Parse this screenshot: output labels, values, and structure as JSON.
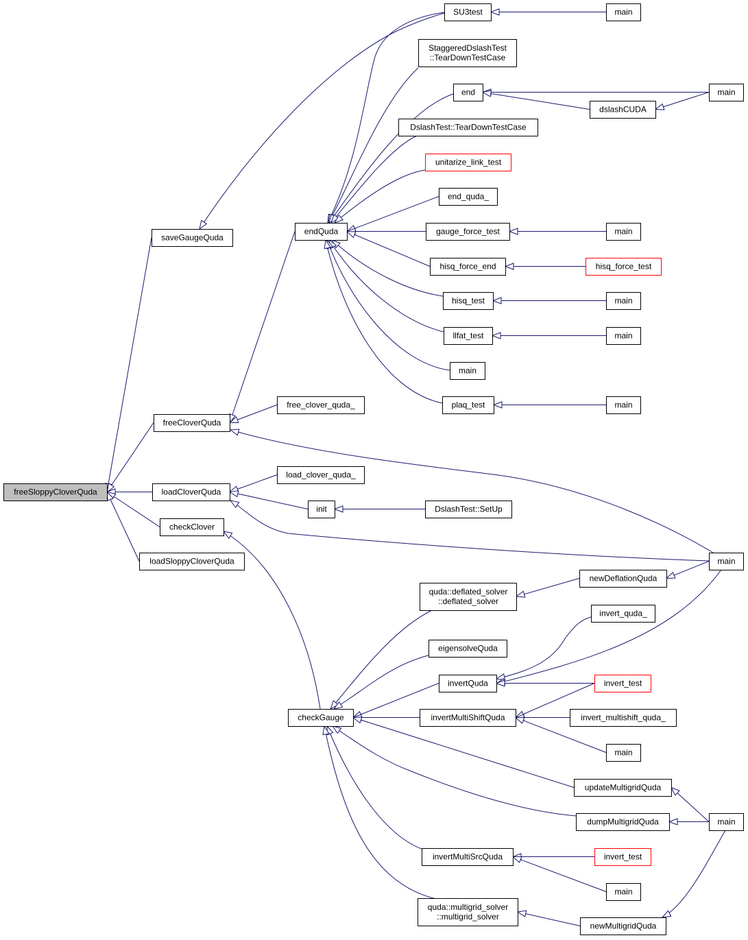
{
  "graph": {
    "root": "freeSloppyCloverQuda",
    "nodes": {
      "n0": {
        "lines": [
          "freeSloppyCloverQuda"
        ],
        "style": "root"
      },
      "n1": {
        "lines": [
          "saveGaugeQuda"
        ]
      },
      "n2": {
        "lines": [
          "freeCloverQuda"
        ]
      },
      "n3": {
        "lines": [
          "loadCloverQuda"
        ]
      },
      "n4": {
        "lines": [
          "checkClover"
        ]
      },
      "n5": {
        "lines": [
          "loadSloppyCloverQuda"
        ]
      },
      "n6": {
        "lines": [
          "SU3test"
        ]
      },
      "n7": {
        "lines": [
          "main"
        ]
      },
      "n8": {
        "lines": [
          "endQuda"
        ]
      },
      "n9": {
        "lines": [
          "StaggeredDslashTest",
          "::TearDownTestCase"
        ]
      },
      "n10": {
        "lines": [
          "end"
        ]
      },
      "n11": {
        "lines": [
          "dslashCUDA"
        ]
      },
      "n12": {
        "lines": [
          "main"
        ]
      },
      "n13": {
        "lines": [
          "DslashTest::TearDownTestCase"
        ]
      },
      "n14": {
        "lines": [
          "unitarize_link_test"
        ],
        "style": "red"
      },
      "n15": {
        "lines": [
          "end_quda_"
        ]
      },
      "n16": {
        "lines": [
          "gauge_force_test"
        ]
      },
      "n17": {
        "lines": [
          "main"
        ]
      },
      "n18": {
        "lines": [
          "hisq_force_end"
        ]
      },
      "n19": {
        "lines": [
          "hisq_force_test"
        ],
        "style": "red"
      },
      "n20": {
        "lines": [
          "hisq_test"
        ]
      },
      "n21": {
        "lines": [
          "main"
        ]
      },
      "n22": {
        "lines": [
          "llfat_test"
        ]
      },
      "n23": {
        "lines": [
          "main"
        ]
      },
      "n24": {
        "lines": [
          "main"
        ]
      },
      "n25": {
        "lines": [
          "plaq_test"
        ]
      },
      "n26": {
        "lines": [
          "main"
        ]
      },
      "n27": {
        "lines": [
          "free_clover_quda_"
        ]
      },
      "n28": {
        "lines": [
          "load_clover_quda_"
        ]
      },
      "n29": {
        "lines": [
          "init"
        ]
      },
      "n30": {
        "lines": [
          "DslashTest::SetUp"
        ]
      },
      "n31": {
        "lines": [
          "main"
        ]
      },
      "n32": {
        "lines": [
          "checkGauge"
        ]
      },
      "n33": {
        "lines": [
          "quda::deflated_solver",
          "::deflated_solver"
        ]
      },
      "n34": {
        "lines": [
          "newDeflationQuda"
        ]
      },
      "n35": {
        "lines": [
          "eigensolveQuda"
        ]
      },
      "n36": {
        "lines": [
          "invertQuda"
        ]
      },
      "n37": {
        "lines": [
          "invert_quda_"
        ]
      },
      "n38": {
        "lines": [
          "invert_test"
        ],
        "style": "red"
      },
      "n39": {
        "lines": [
          "invertMultiShiftQuda"
        ]
      },
      "n40": {
        "lines": [
          "invert_multishift_quda_"
        ]
      },
      "n41": {
        "lines": [
          "main"
        ]
      },
      "n42": {
        "lines": [
          "updateMultigridQuda"
        ]
      },
      "n43": {
        "lines": [
          "dumpMultigridQuda"
        ]
      },
      "n44": {
        "lines": [
          "main"
        ]
      },
      "n45": {
        "lines": [
          "invertMultiSrcQuda"
        ]
      },
      "n46": {
        "lines": [
          "invert_test"
        ],
        "style": "red"
      },
      "n47": {
        "lines": [
          "main"
        ]
      },
      "n48": {
        "lines": [
          "quda::multigrid_solver",
          "::multigrid_solver"
        ]
      },
      "n49": {
        "lines": [
          "newMultigridQuda"
        ]
      }
    },
    "edges": [
      [
        "n0",
        "n1"
      ],
      [
        "n0",
        "n2"
      ],
      [
        "n0",
        "n3"
      ],
      [
        "n0",
        "n4"
      ],
      [
        "n0",
        "n5"
      ],
      [
        "n1",
        "n6"
      ],
      [
        "n6",
        "n7"
      ],
      [
        "n2",
        "n8"
      ],
      [
        "n2",
        "n27"
      ],
      [
        "n2",
        "n31"
      ],
      [
        "n8",
        "n6"
      ],
      [
        "n8",
        "n9"
      ],
      [
        "n8",
        "n10"
      ],
      [
        "n8",
        "n13"
      ],
      [
        "n8",
        "n14"
      ],
      [
        "n8",
        "n15"
      ],
      [
        "n8",
        "n16"
      ],
      [
        "n8",
        "n18"
      ],
      [
        "n8",
        "n20"
      ],
      [
        "n8",
        "n22"
      ],
      [
        "n8",
        "n24"
      ],
      [
        "n8",
        "n25"
      ],
      [
        "n10",
        "n12"
      ],
      [
        "n10",
        "n11"
      ],
      [
        "n11",
        "n12"
      ],
      [
        "n16",
        "n17"
      ],
      [
        "n18",
        "n19"
      ],
      [
        "n20",
        "n21"
      ],
      [
        "n22",
        "n23"
      ],
      [
        "n25",
        "n26"
      ],
      [
        "n3",
        "n28"
      ],
      [
        "n3",
        "n29"
      ],
      [
        "n3",
        "n31"
      ],
      [
        "n29",
        "n30"
      ],
      [
        "n4",
        "n32"
      ],
      [
        "n32",
        "n33"
      ],
      [
        "n32",
        "n35"
      ],
      [
        "n32",
        "n36"
      ],
      [
        "n32",
        "n39"
      ],
      [
        "n32",
        "n42"
      ],
      [
        "n32",
        "n43"
      ],
      [
        "n32",
        "n45"
      ],
      [
        "n32",
        "n48"
      ],
      [
        "n33",
        "n34"
      ],
      [
        "n34",
        "n31"
      ],
      [
        "n36",
        "n37"
      ],
      [
        "n36",
        "n31"
      ],
      [
        "n36",
        "n38"
      ],
      [
        "n39",
        "n38"
      ],
      [
        "n39",
        "n40"
      ],
      [
        "n39",
        "n41"
      ],
      [
        "n42",
        "n44"
      ],
      [
        "n43",
        "n44"
      ],
      [
        "n45",
        "n46"
      ],
      [
        "n45",
        "n47"
      ],
      [
        "n48",
        "n49"
      ],
      [
        "n49",
        "n44"
      ]
    ]
  }
}
